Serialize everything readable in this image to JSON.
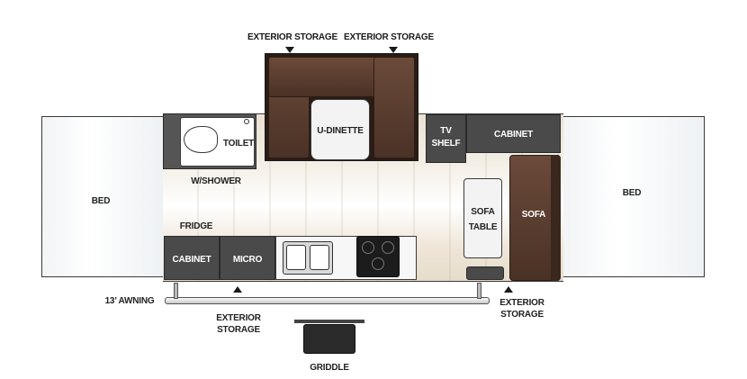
{
  "labels": {
    "exterior_storage_top_left": "EXTERIOR STORAGE",
    "exterior_storage_top_right": "EXTERIOR STORAGE",
    "toilet": "TOILET",
    "u_dinette": "U-DINETTE",
    "tv_shelf_1": "TV",
    "tv_shelf_2": "SHELF",
    "cabinet_top": "CABINET",
    "bed_left": "BED",
    "bed_right": "BED",
    "w_shower": "W/SHOWER",
    "fridge": "FRIDGE",
    "sofa_table_1": "SOFA",
    "sofa_table_2": "TABLE",
    "sofa": "SOFA",
    "cabinet_bottom": "CABINET",
    "micro": "MICRO",
    "awning": "13’ AWNING",
    "exterior_storage_bottom_1": "EXTERIOR",
    "exterior_storage_bottom_2": "STORAGE",
    "exterior_storage_right_1": "EXTERIOR",
    "exterior_storage_right_2": "STORAGE",
    "griddle": "GRIDDLE"
  },
  "colors": {
    "cabinet": "#4a4a4a",
    "dinette_brown": "#5a3d2e",
    "outline": "#3a3a3a"
  }
}
